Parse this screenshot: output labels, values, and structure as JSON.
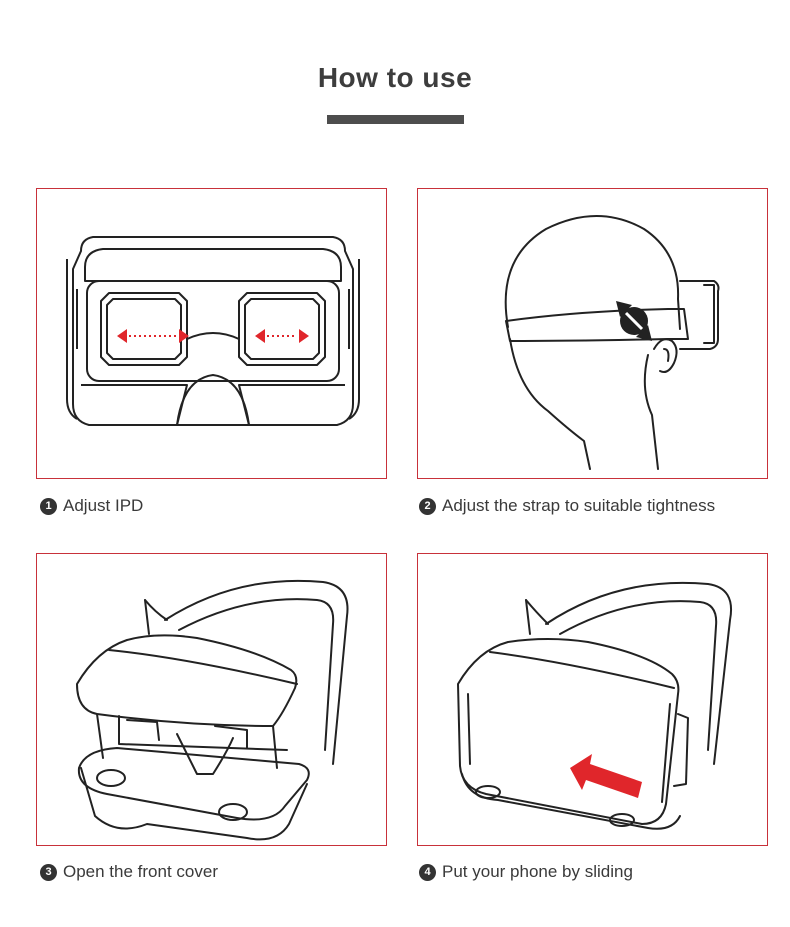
{
  "header": {
    "title": "How to use"
  },
  "steps": [
    {
      "number": "1",
      "caption": "Adjust IPD"
    },
    {
      "number": "2",
      "caption": "Adjust the strap to suitable tightness"
    },
    {
      "number": "3",
      "caption": "Open the front cover"
    },
    {
      "number": "4",
      "caption": "Put your phone by sliding"
    }
  ],
  "colors": {
    "frame": "#c8313a",
    "arrow": "#e0262b",
    "title_bar": "#4d4d4d"
  },
  "icons": {
    "step_badge": "numbered-circle-icon"
  }
}
